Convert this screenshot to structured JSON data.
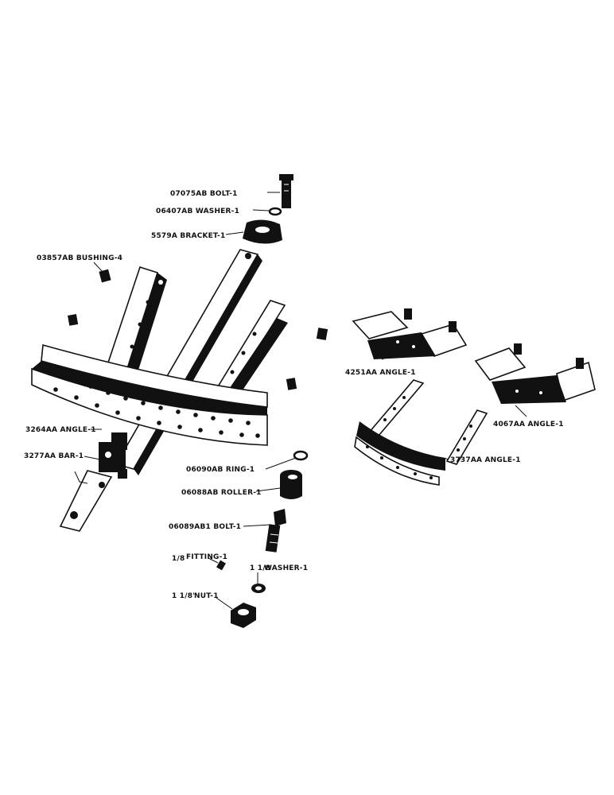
{
  "colors": {
    "ink": "#111111",
    "paper": "#ffffff"
  },
  "labels": {
    "bolt_top": "07075AB BOLT-1",
    "washer_top": "06407AB WASHER-1",
    "bracket": "5579A BRACKET-1",
    "bushing": "03857AB BUSHING-4",
    "angle_3264": "3264AA ANGLE-1",
    "bar": "3277AA BAR-1",
    "ring": "06090AB RING-1",
    "roller": "06088AB ROLLER-1",
    "bolt_bottom": "06089AB1 BOLT-1",
    "fitting": "FITTING-1",
    "fitting_size": "1/8",
    "washer_bottom": "WASHER-1",
    "washer_size": "1 1/8",
    "nut": "NUT-1",
    "nut_size": "1 1/8\"",
    "angle_4251": "4251AA ANGLE-1",
    "angle_4067": "4067AA ANGLE-1",
    "angle_3737": "3737AA ANGLE-1"
  }
}
